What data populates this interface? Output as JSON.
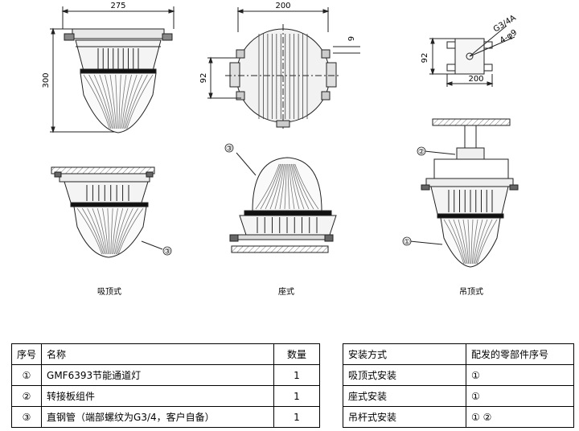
{
  "dimensions": {
    "top_width": "275",
    "height": "300",
    "base_width": "200",
    "base_offset": "9",
    "base_depth": "92",
    "plate_width": "200",
    "plate_depth": "92",
    "plate_thread": "G3/4A",
    "plate_holes": "4-φ9"
  },
  "callouts": {
    "n1": "①",
    "n2": "②",
    "n3": "③"
  },
  "captions": {
    "ceiling": "吸顶式",
    "seat": "座式",
    "pendant": "吊顶式"
  },
  "parts_table": {
    "headers": {
      "no": "序号",
      "name": "名称",
      "qty": "数量"
    },
    "rows": [
      {
        "no": "①",
        "name": "GMF6393节能通道灯",
        "qty": "1"
      },
      {
        "no": "②",
        "name": "转接板组件",
        "qty": "1"
      },
      {
        "no": "③",
        "name": "直钢管（端部螺纹为G3/4，客户自备）",
        "qty": "1"
      }
    ]
  },
  "install_table": {
    "headers": {
      "method": "安装方式",
      "parts": "配发的零部件序号"
    },
    "rows": [
      {
        "method": "吸顶式安装",
        "parts": "①"
      },
      {
        "method": "座式安装",
        "parts": "①"
      },
      {
        "method": "吊杆式安装",
        "parts": "① ②"
      }
    ]
  }
}
